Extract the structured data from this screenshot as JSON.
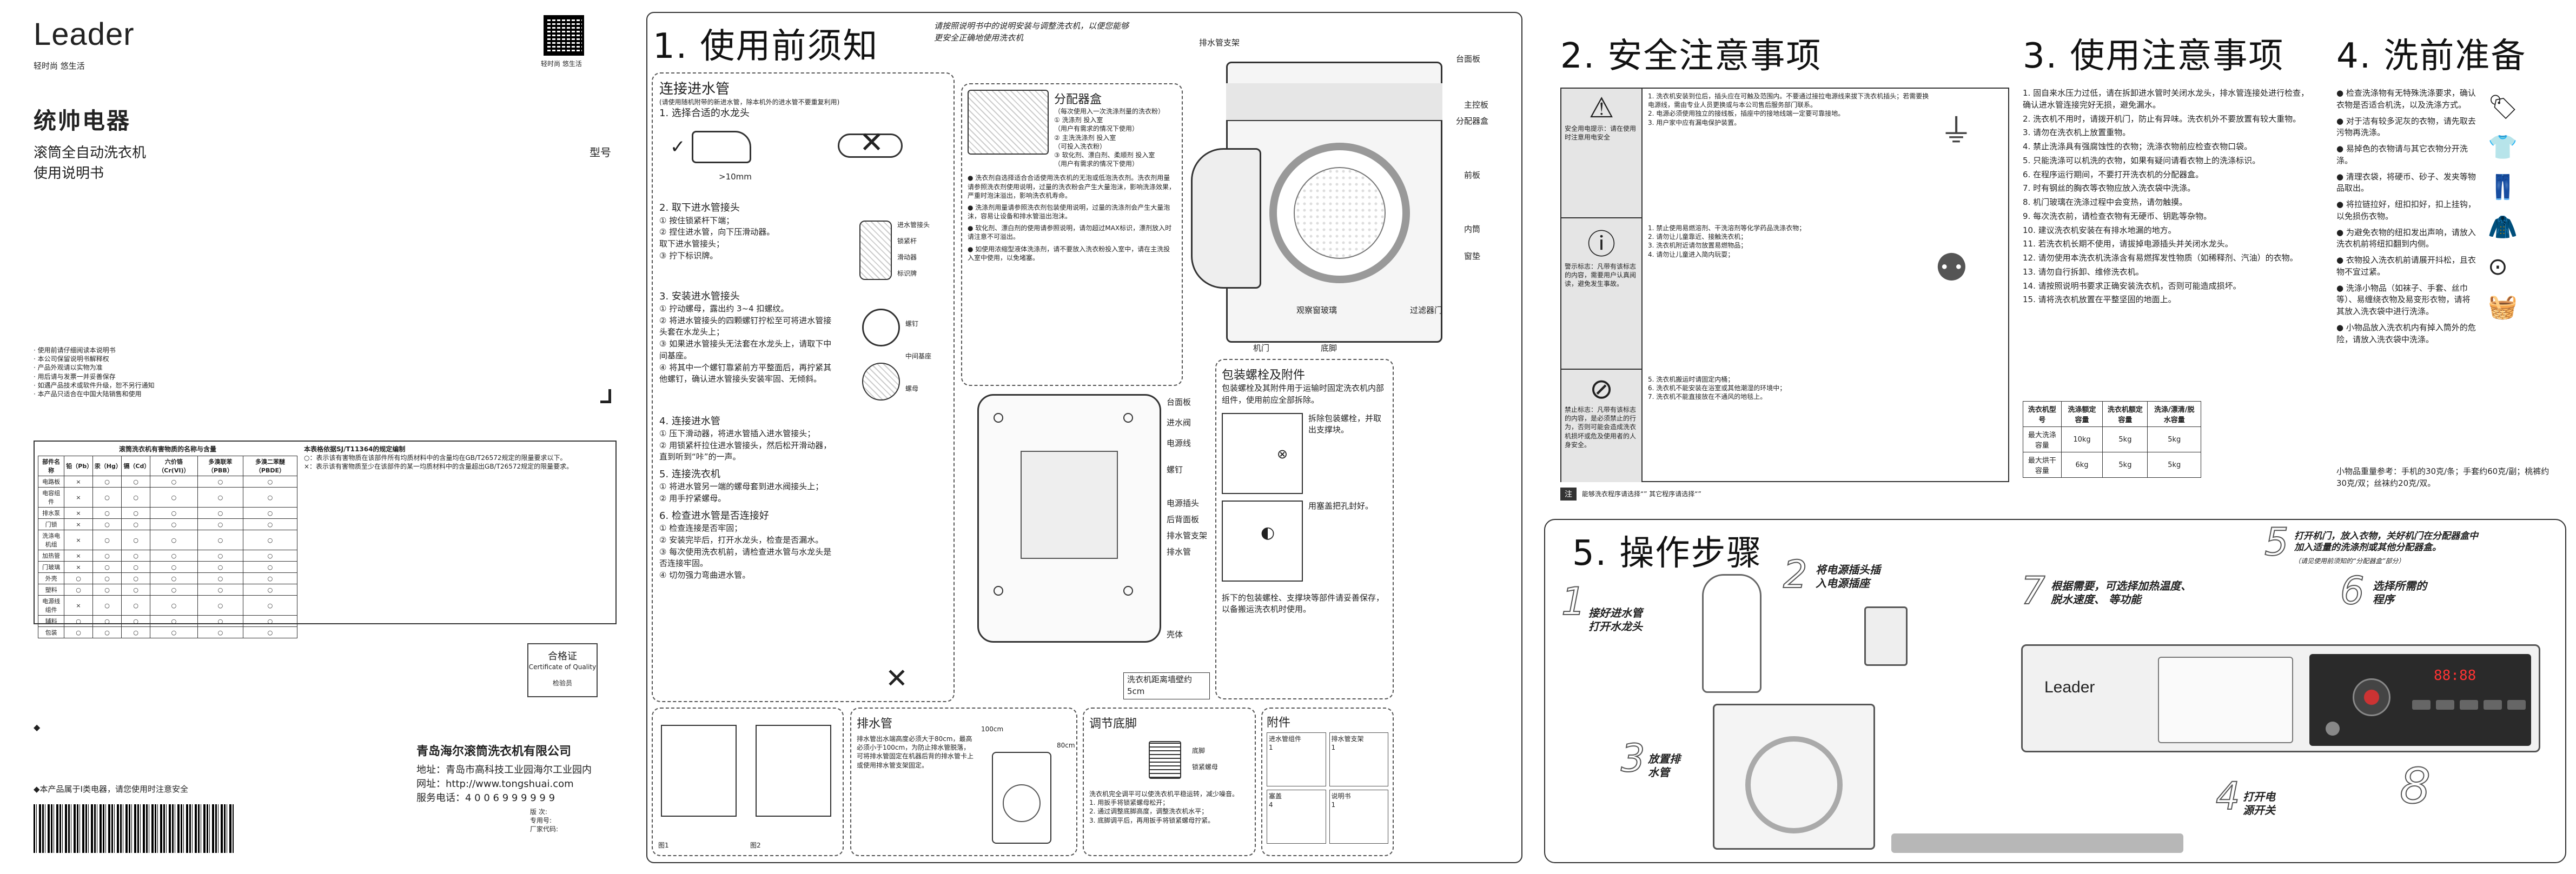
{
  "cover": {
    "brand": "Leader",
    "brand_slogan": "轻时尚 悠生活",
    "qr_caption": "轻时尚 悠生活",
    "product_name": "统帅电器",
    "product_line1": "滚筒全自动洗衣机",
    "product_line2": "使用说明书",
    "model_label": "型号",
    "notes": [
      "· 使用前请仔细阅读本说明书",
      "· 本公司保留说明书解释权",
      "· 产品外观请以实物为准",
      "· 用后请与发票一并妥善保存",
      "· 如遇产品技术或软件升级，恕不另行通知",
      "· 本产品只适合在中国大陆销售和使用"
    ],
    "rohs_title": "滚筒洗衣机有害物质的名称与含量",
    "rohs_header": [
      "部件名称",
      "铅（Pb）",
      "汞（Hg）",
      "镉（Cd）",
      "六价铬（Cr(VI)）",
      "多溴联苯（PBB）",
      "多溴二苯醚（PBDE）"
    ],
    "rohs_rows": [
      [
        "电路板",
        "×",
        "○",
        "○",
        "○",
        "○",
        "○"
      ],
      [
        "电容组件",
        "×",
        "○",
        "○",
        "○",
        "○",
        "○"
      ],
      [
        "排水泵",
        "×",
        "○",
        "○",
        "○",
        "○",
        "○"
      ],
      [
        "门锁",
        "×",
        "○",
        "○",
        "○",
        "○",
        "○"
      ],
      [
        "洗涤电机组",
        "×",
        "○",
        "○",
        "○",
        "○",
        "○"
      ],
      [
        "加热管",
        "×",
        "○",
        "○",
        "○",
        "○",
        "○"
      ],
      [
        "门玻璃",
        "×",
        "○",
        "○",
        "○",
        "○",
        "○"
      ],
      [
        "外壳",
        "○",
        "○",
        "○",
        "○",
        "○",
        "○"
      ],
      [
        "塑料",
        "○",
        "○",
        "○",
        "○",
        "○",
        "○"
      ],
      [
        "电源线组件",
        "×",
        "○",
        "○",
        "○",
        "○",
        "○"
      ],
      [
        "辅料",
        "○",
        "○",
        "○",
        "○",
        "○",
        "○"
      ],
      [
        "包装",
        "○",
        "○",
        "○",
        "○",
        "○",
        "○"
      ]
    ],
    "rohs_note_title": "本表格依据SJ/T11364的规定编制",
    "rohs_note1": "○：表示该有害物质在该部件所有均质材料中的含量均在GB/T26572规定的限量要求以下。",
    "rohs_note2": "×：表示该有害物质至少在该部件的某一均质材料中的含量超出GB/T26572规定的限量要求。",
    "qualified": "合格证",
    "qualified_en": "Certificate of Quality",
    "inspector": "检验员",
    "company": "青岛海尔滚筒洗衣机有限公司",
    "address": "地址：青岛市高科技工业园海尔工业园内",
    "website": "网址：http://www.tongshuai.com",
    "hotline": "服务电话：4 0 0 6 9 9 9 9 9 9",
    "version": "版 次:",
    "part_no": "专用号:",
    "factory_code": "厂家代码:",
    "footer_note": "◆本产品属于Ⅰ类电器，请您使用时注意安全"
  },
  "sec1": {
    "title": "1. 使用前须知",
    "intro_line1": "请按照说明书中的说明安装与调整洗衣机，以便您能够",
    "intro_line2": "更安全正确地使用洗衣机",
    "water_title": "连接进水管",
    "water_note": "(请使用随机附带的新进水管，除本机外的进水管不要重复利用)",
    "step1": "1. 选择合适的水龙头",
    "dim": ">10mm",
    "step2": "2. 取下进水管接头",
    "step2_items": [
      "① 按住锁紧杆下端；",
      "② 捏住进水管，向下压滑动器。",
      "取下进水管接头；",
      "③ 拧下标识牌。"
    ],
    "step3": "3. 安装进水管接头",
    "step3_items": [
      "① 拧动螺母，露出约 3~4 扣螺纹。",
      "② 将进水管接头的四颗螺钉拧松至可将进水管接头套在水龙头上；",
      "③ 如果进水管接头无法套在水龙头上，请取下中间基座。",
      "④ 将其中一个螺钉靠紧前方平整面后，再拧紧其他螺钉，确认进水管接头安装牢固、无倾斜。"
    ],
    "step4": "4. 连接进水管",
    "step4_items": [
      "① 压下滑动器，将进水管插入进水管接头；",
      "② 用锁紧杆拉住进水管接头，然后松开滑动器，直到听到“咔”的一声。"
    ],
    "step5": "5. 连接洗衣机",
    "step5_items": [
      "① 将进水管另一端的螺母套到进水阀接头上；",
      "② 用手拧紧螺母。"
    ],
    "step6": "6. 检查进水管是否连接好",
    "step6_items": [
      "① 检查连接是否牢固；",
      "② 安装完毕后，打开水龙头，检查是否漏水。",
      "③ 每次使用洗衣机前，请检查进水管与水龙头是否连接牢固。",
      "④ 切勿强力弯曲进水管。"
    ],
    "labels_step2": [
      "进水管接头",
      "锁紧杆",
      "滑动器",
      "标识牌"
    ],
    "labels_step3": [
      "螺钉",
      "中间基座",
      "螺母"
    ],
    "dispenser_title": "分配器盒",
    "dispenser_sub": "（每次使用入一次洗涤剂量的洗衣粉）",
    "dispenser_items": [
      "① 洗涤剂  投入室",
      "（用户有需求的情况下使用）",
      "② 主洗洗涤剂  投入室",
      "（可投入洗衣粉）",
      "③ 软化剂、漂白剂、柔顺剂  投入室",
      "（用户有需求的情况下使用）"
    ],
    "dispenser_paras": [
      "● 洗衣剂自选择适合合适使用洗衣机的无泡或低泡洗衣剂。洗衣剂用量请参照洗衣剂使用说明，过量的洗衣粉会产生大量泡沫，影响洗涤效果，严重时泡沫溢出，影响洗衣机寿命。",
      "● 洗涤剂用量请参照洗衣剂包装使用说明，过量的洗涤剂会产生大量泡沫，容易让设备和排水管溢出泡沫。",
      "● 软化剂、漂白剂的使用请参照说明，请勿超过MAX标识，漂剂放入时请注意不可溢出。",
      "● 如使用浓缩型液体洗涤剂，请不要放入洗衣粉投入室中，请在主洗投入室中使用，以免堵塞。"
    ],
    "front_labels": [
      "排水管支架",
      "台面板",
      "主控板",
      "分配器盒",
      "前板",
      "内筒",
      "窗垫",
      "观察窗玻璃",
      "过滤器门",
      "机门",
      "底脚"
    ],
    "back_labels": [
      "台面板",
      "进水阀",
      "电源线",
      "螺钉",
      "电源插头",
      "后背面板",
      "排水管支架",
      "排水管",
      "壳体"
    ],
    "back_dim": "洗衣机距离墙壁约5cm",
    "bolt_title": "包装螺栓及附件",
    "bolt_text": "包装螺栓及其附件用于运输时固定洗衣机内部组件，使用前应全部拆除。",
    "bolt_step1": "拆除包装螺栓，并取出支撑块。",
    "bolt_step2": "用塞盖把孔封好。",
    "bolt_footer": "拆下的包装螺栓、支撑块等部件请妥善保存，以备搬运洗衣机时使用。",
    "drain_title": "排水管",
    "drain_text": "排水管出水端高度必须大于80cm，最高必须小于100cm，为防止排水管脱落，可将排水管固定在机器后背的排水管卡上或使用排水管支架固定。",
    "drain_dims": [
      "100cm",
      "80cm"
    ],
    "feet_title": "调节底脚",
    "feet_text": "洗衣机完全调平可以使洗衣机平稳运转，减少噪音。",
    "feet_items": [
      "1. 用扳手将锁紧螺母松开；",
      "2. 通过调整底脚高度，调整洗衣机水平；",
      "3. 底脚调平后，再用扳手将锁紧螺母拧紧。"
    ],
    "feet_labels": [
      "底脚",
      "锁紧螺母"
    ],
    "acc_title": "附件",
    "acc_items": [
      "进水管组件",
      "排水管支架",
      "塞盖",
      "说明书"
    ],
    "acc_qty": [
      "1",
      "1",
      "4",
      "1"
    ],
    "fig_labels": [
      "图1",
      "图2"
    ]
  },
  "sec2": {
    "title": "2. 安全注意事项",
    "warn1_label": "安全用电提示：请在使用时注意用电安全",
    "warn1_items": [
      "1. 洗衣机安装到位后，插头应在可触及范围内。不要通过接拉电源线来拔下洗衣机插头；若需要换电源线，需由专业人员更换或与本公司售后服务部门联系。",
      "2. 电源必须使用独立的接线板，插座中的接地线端一定要可靠接地。",
      "3. 用户家中应有漏电保护装置。"
    ],
    "warn2_label": "警示标志：凡带有该标志的内容，需要用户认真阅读，避免发生事故。",
    "warn2_items": [
      "1. 禁止使用易燃溶剂、干洗溶剂等化学药品洗涤衣物；",
      "2. 请勿让儿童靠近、接触洗衣机；",
      "3. 洗衣机附近请勿放置易燃物品；",
      "4. 请勿让儿童进入简内玩耍；",
      "5. 洗衣机搬运时请固定内桶；",
      "6. 洗衣机不能安装在浴室或其他潮湿的环境中；",
      "7. 洗衣机不能直接放在不通风的地毯上。"
    ],
    "warn3_label": "禁止标志：凡带有该标志的内容，是必须禁止的行为，否则可能会造成洗衣机损坏或危及使用者的人身安全。",
    "note_prefix": "注",
    "note_text": "能够洗衣程序请选择“”   其它程序请选择“”",
    "spec_header": [
      "洗衣机型号",
      "洗涤额定容量",
      "洗衣机额定容量",
      "洗涤/漂清/脱水容量"
    ],
    "spec_rows": [
      [
        "最大洗涤容量",
        "10kg",
        "5kg",
        "5kg"
      ],
      [
        "最大烘干容量",
        "6kg",
        "5kg",
        "5kg"
      ]
    ]
  },
  "sec3": {
    "title": "3. 使用注意事项",
    "items": [
      "1. 固自来水压力过低，请在拆卸进水管时关闭水龙头，排水管连接处进行检查，确认进水管连接完好无损，避免漏水。",
      "2. 洗衣机不用时，请拨开机门，防止有异味。洗衣机外不要放置有较大重物。",
      "3. 请勿在洗衣机上放置重物。",
      "4. 禁止洗涤具有强腐蚀性的衣物；洗涤衣物前应检查衣物口袋。",
      "5. 只能洗涤可以机洗的衣物，如果有疑问请看衣物上的洗涤标识。",
      "6. 在程序运行期间，不要打开洗衣机的分配器盒。",
      "7. 时有钢丝的胸衣等衣物应放入洗衣袋中洗涤。",
      "8. 机门玻璃在洗涤过程中会变热，请勿触摸。",
      "9. 每次洗衣前，请检查衣物有无硬币、钥匙等杂物。",
      "10. 建议洗衣机安装在有排水地漏的地方。",
      "11. 若洗衣机长期不使用，请拔掉电源插头并关闭水龙头。",
      "12. 请勿使用本洗衣机洗涤含有易燃挥发性物质（如稀释剂、汽油）的衣物。",
      "13. 请勿自行拆卸、维修洗衣机。",
      "14. 请按照说明书要求正确安装洗衣机，否则可能造成损坏。",
      "15. 请将洗衣机放置在平整坚固的地面上。"
    ]
  },
  "sec4": {
    "title": "4. 洗前准备",
    "items": [
      "● 检查洗涤物有无特殊洗涤要求，确认衣物是否适合机洗，以及洗涤方式。",
      "● 对于洁有较多泥灰的衣物，请先取去污物再洗涤。",
      "● 易掉色的衣物请与其它衣物分开洗涤。",
      "● 清理衣袋，将硬币、砂子、发夹等物品取出。",
      "● 将拉链拉好，纽扣扣好，扣上挂钩，以免损伤衣物。",
      "● 为避免衣物的纽扣发出声响，请放入洗衣机前将纽扣翻到内侧。",
      "● 衣物投入洗衣机前请展开抖松，且衣物不宜过紧。",
      "● 洗涤小物品（如袜子、手套、丝巾等）、易缠绕衣物及易变形衣物，请将其放入洗衣袋中进行洗涤。",
      "● 小物品放入洗衣机内有掉入筒外的危险，请放入洗衣袋中洗涤。"
    ],
    "weight_note": "小物品重量参考：手机的30克/条；手套约60克/副；桃裤约30克/双；丝袜约20克/双。"
  },
  "sec5": {
    "title": "5. 操作步骤",
    "steps": [
      {
        "num": "1",
        "text": "接好进水管\n打开水龙头"
      },
      {
        "num": "2",
        "text": "将电源插头插\n入电源插座"
      },
      {
        "num": "3",
        "text": "放置排\n水管"
      },
      {
        "num": "4",
        "text": "打开电\n源开关"
      },
      {
        "num": "5",
        "text": "打开机门，放入衣物，关好机门在分配器盒中\n加入适量的洗涤剂或其他分配器盒。"
      },
      {
        "num": "6",
        "text": "选择所需的\n程序"
      },
      {
        "num": "7",
        "text": "根据需要，可选择加热温度、\n脱水速度、    等功能"
      },
      {
        "num": "8",
        "text": ""
      }
    ],
    "step5_note": "（请见使用前须知的“分配器盒”部分）",
    "panel_brand": "Leader",
    "panel_display": "88:88"
  },
  "theme": {
    "accent": "#222222",
    "gray": "#d9d9d9",
    "warn_bg": "#e5e5e5"
  }
}
